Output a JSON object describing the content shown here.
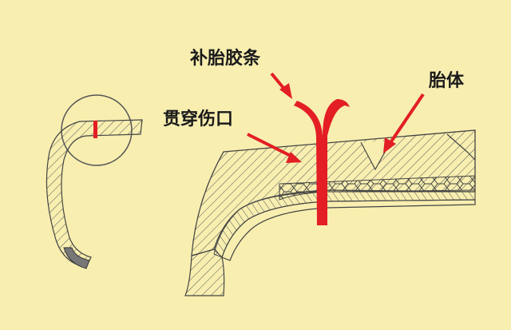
{
  "labels": {
    "patch_strip": "补胎胶条",
    "penetrating_wound": "贯穿伤口",
    "tire_body": "胎体"
  },
  "colors": {
    "background": "#f7eeb0",
    "line": "#4a4a4a",
    "accent": "#e31e24"
  }
}
